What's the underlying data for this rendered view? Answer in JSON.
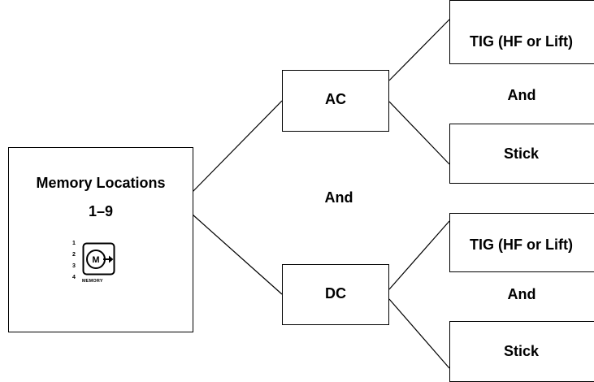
{
  "memory": {
    "title": "Memory Locations",
    "range": "1–9",
    "icon": {
      "name": "memory-button-icon",
      "numbers": [
        "1",
        "2",
        "3",
        "4"
      ],
      "button_letter": "M",
      "caption": "MEMORY"
    }
  },
  "modes": {
    "ac": "AC",
    "dc": "DC",
    "joiner": "And"
  },
  "ac_processes": {
    "top": "TIG (HF or Lift)",
    "joiner": "And",
    "bottom": "Stick"
  },
  "dc_processes": {
    "top": "TIG (HF or Lift)",
    "joiner": "And",
    "bottom": "Stick"
  }
}
